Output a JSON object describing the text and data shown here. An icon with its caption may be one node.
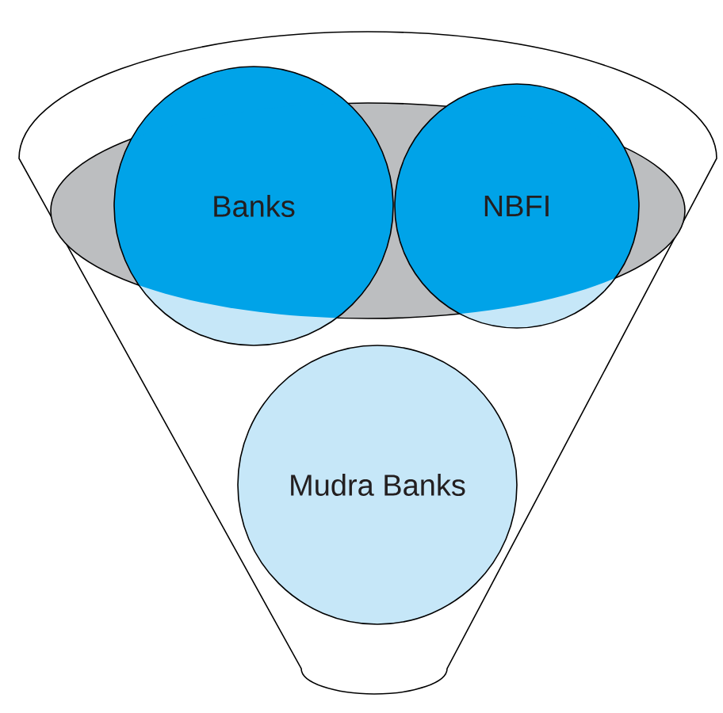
{
  "diagram": {
    "nodes": [
      {
        "text": [
          "Banks"
        ]
      },
      {
        "text": [
          "NBFI"
        ]
      },
      {
        "text": [
          "Mudra Banks"
        ]
      }
    ]
  }
}
